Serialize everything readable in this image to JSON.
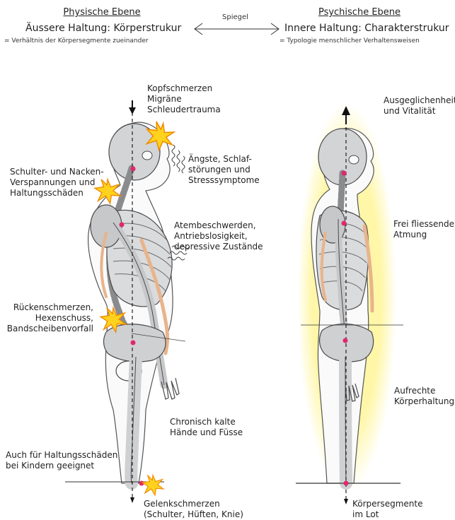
{
  "header": {
    "left_title": "Physische Ebene",
    "left_subtitle": "Äussere Haltung: Körperstrukur",
    "left_note": "= Verhältnis der Körpersegmente zueinander",
    "mirror_label": "Spiegel",
    "right_title": "Psychische Ebene",
    "right_subtitle": "Innere Haltung: Charakterstrukur",
    "right_note": "= Typologie menschlicher Verhaltensweisen"
  },
  "left_figure": {
    "labels": {
      "head_1": "Kopfschmerzen",
      "head_2": "Migräne",
      "head_3": "Schleudertrauma",
      "anx_1": "Ängste, Schlaf-",
      "anx_2": "störungen und",
      "anx_3": "Stresssymptome",
      "neck_1": "Schulter- und Nacken-",
      "neck_2": "Verspannungen und",
      "neck_3": "Haltungsschäden",
      "breath_1": "Atembeschwerden,",
      "breath_2": "Antriebslosigkeit,",
      "breath_3": "depressive Zustände",
      "back_1": "Rückenschmerzen,",
      "back_2": "Hexenschuss,",
      "back_3": "Bandscheibenvorfall",
      "cold_1": "Chronisch kalte",
      "cold_2": "Hände und Füsse",
      "kids_1": "Auch für Haltungsschäden",
      "kids_2": "bei Kindern geeignet",
      "joint_1": "Gelenkschmerzen",
      "joint_2": "(Schulter, Hüften, Knie)"
    }
  },
  "right_figure": {
    "labels": {
      "vital_1": "Ausgeglichenheit",
      "vital_2": "und Vitalität",
      "breath_1": "Frei fliessende",
      "breath_2": "Atmung",
      "upright_1": "Aufrechte",
      "upright_2": "Körperhaltung",
      "seg_1": "Körpersegmente",
      "seg_2": "im Lot"
    }
  },
  "colors": {
    "bone": "#cfd0d2",
    "bone_outline": "#4a4a4a",
    "muscle": "#e8b48c",
    "pain_star": "#ffd21e",
    "pain_outline": "#f08a00",
    "aura": "#fff06a",
    "marker": "#e0286e"
  }
}
